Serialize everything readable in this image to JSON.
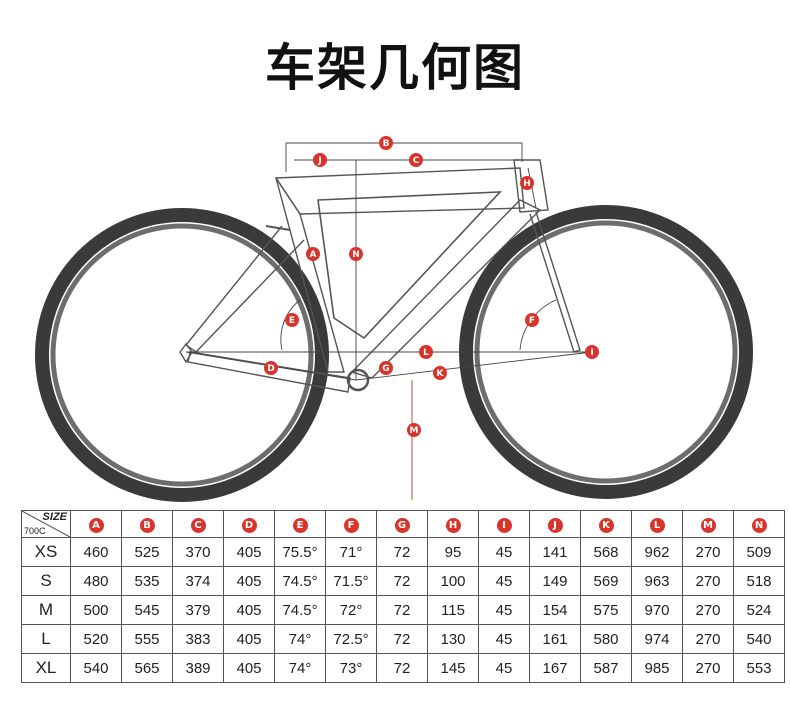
{
  "title": "车架几何图",
  "diagram_labels": [
    "A",
    "B",
    "C",
    "D",
    "E",
    "F",
    "G",
    "H",
    "I",
    "J",
    "K",
    "L",
    "M",
    "N"
  ],
  "colors": {
    "accent": "#d9342b",
    "tire": "#2e2e2e",
    "frame": "#555555"
  },
  "table": {
    "header_size": "SIZE",
    "header_wheel": "700C",
    "columns": [
      "A",
      "B",
      "C",
      "D",
      "E",
      "F",
      "G",
      "H",
      "I",
      "J",
      "K",
      "L",
      "M",
      "N"
    ],
    "rows": [
      {
        "size": "XS",
        "values": [
          "460",
          "525",
          "370",
          "405",
          "75.5°",
          "71°",
          "72",
          "95",
          "45",
          "141",
          "568",
          "962",
          "270",
          "509"
        ]
      },
      {
        "size": "S",
        "values": [
          "480",
          "535",
          "374",
          "405",
          "74.5°",
          "71.5°",
          "72",
          "100",
          "45",
          "149",
          "569",
          "963",
          "270",
          "518"
        ]
      },
      {
        "size": "M",
        "values": [
          "500",
          "545",
          "379",
          "405",
          "74.5°",
          "72°",
          "72",
          "115",
          "45",
          "154",
          "575",
          "970",
          "270",
          "524"
        ]
      },
      {
        "size": "L",
        "values": [
          "520",
          "555",
          "383",
          "405",
          "74°",
          "72.5°",
          "72",
          "130",
          "45",
          "161",
          "580",
          "974",
          "270",
          "540"
        ]
      },
      {
        "size": "XL",
        "values": [
          "540",
          "565",
          "389",
          "405",
          "74°",
          "73°",
          "72",
          "145",
          "45",
          "167",
          "587",
          "985",
          "270",
          "553"
        ]
      }
    ]
  }
}
